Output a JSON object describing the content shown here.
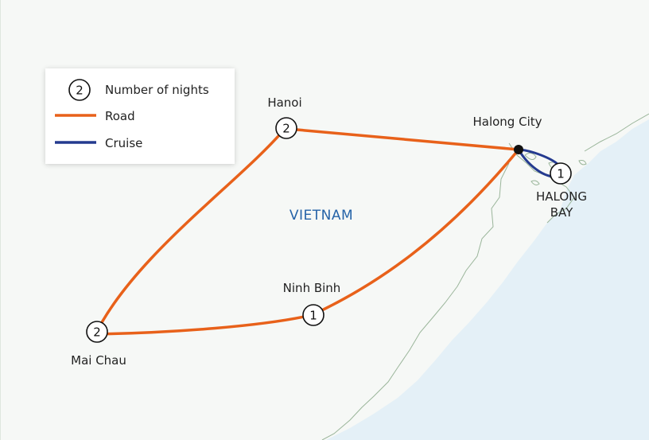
{
  "colors": {
    "road": "#e8611a",
    "cruise": "#243a8f",
    "sea": "#e4f0f7",
    "land": "#f6f8f6",
    "coast": "#9ab59a",
    "country_label": "#2563a8"
  },
  "legend": {
    "nights_sample": "2",
    "nights_label": "Number of nights",
    "road_label": "Road",
    "cruise_label": "Cruise"
  },
  "map": {
    "country": "VIETNAM",
    "halong_bay_line1": "HALONG",
    "halong_bay_line2": "BAY"
  },
  "stops": [
    {
      "name": "Hanoi",
      "nights": "2",
      "icon": "nights-marker"
    },
    {
      "name": "Mai Chau",
      "nights": "2",
      "icon": "nights-marker"
    },
    {
      "name": "Ninh Binh",
      "nights": "1",
      "icon": "nights-marker"
    },
    {
      "name": "Halong City",
      "nights": "",
      "icon": "location-dot"
    },
    {
      "name": "Halong Bay",
      "nights": "1",
      "icon": "nights-marker"
    }
  ]
}
